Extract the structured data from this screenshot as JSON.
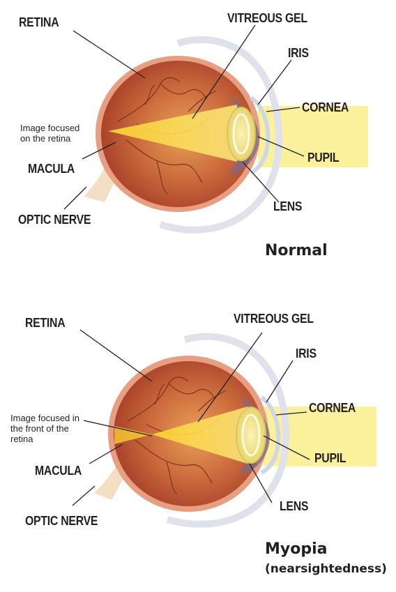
{
  "normal": {
    "title": "Normal",
    "note_line1": "Image focused",
    "note_line2": "on the retina",
    "labels": {
      "retina": "RETINA",
      "vitreous_gel": "VITREOUS GEL",
      "iris": "IRIS",
      "cornea": "CORNEA",
      "pupil": "PUPIL",
      "lens": "LENS",
      "macula": "MACULA",
      "optic_nerve": "OPTIC NERVE"
    }
  },
  "myopia": {
    "title": "Myopia",
    "subtitle": "(nearsightedness)",
    "note_line1": "Image focused in",
    "note_line2": "the front of the",
    "note_line3": "retina",
    "labels": {
      "retina": "RETINA",
      "vitreous_gel": "VITREOUS GEL",
      "iris": "IRIS",
      "cornea": "CORNEA",
      "pupil": "PUPIL",
      "lens": "LENS",
      "macula": "MACULA",
      "optic_nerve": "OPTIC NERVE"
    }
  },
  "colors": {
    "eyeball": "#c0603a",
    "eyeball_rim": "#e89a7a",
    "sclera": "#d9dce6",
    "light_beam": "#fbef9a",
    "focus": "#f9c020",
    "vessels": "#7a2e18",
    "text": "#231f20"
  }
}
